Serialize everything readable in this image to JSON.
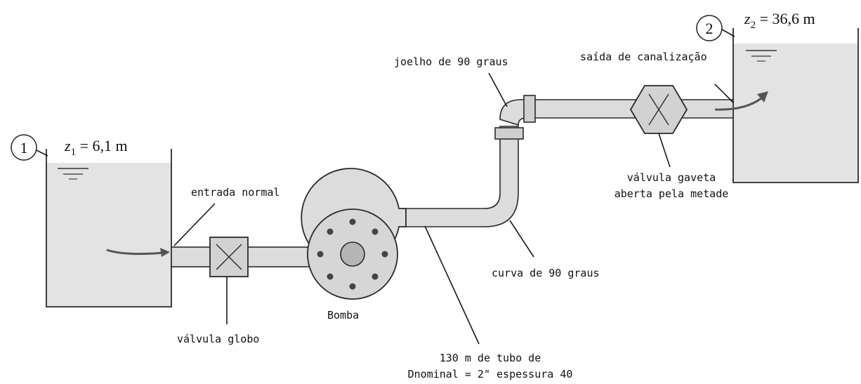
{
  "tank1": {
    "number": "1",
    "elevation_label": "z",
    "elevation_sub": "1",
    "elevation_value": " = 6,1 m"
  },
  "tank2": {
    "number": "2",
    "elevation_label": "z",
    "elevation_sub": "2",
    "elevation_value": " = 36,6 m"
  },
  "labels": {
    "inlet": "entrada normal",
    "globe_valve": "válvula globo",
    "pump": "Bomba",
    "pipe_line1": "130 m de tubo de",
    "pipe_line2": "Dnominal = 2\" espessura 40",
    "bend": "curva de 90 graus",
    "elbow": "joelho de 90 graus",
    "gate_valve_line1": "válvula gaveta",
    "gate_valve_line2": "aberta pela metade",
    "outlet": "saída de canalização"
  },
  "colors": {
    "water": "#e3e3e3",
    "pipe": "#dcdcdc",
    "outline": "#2a2a2a"
  }
}
